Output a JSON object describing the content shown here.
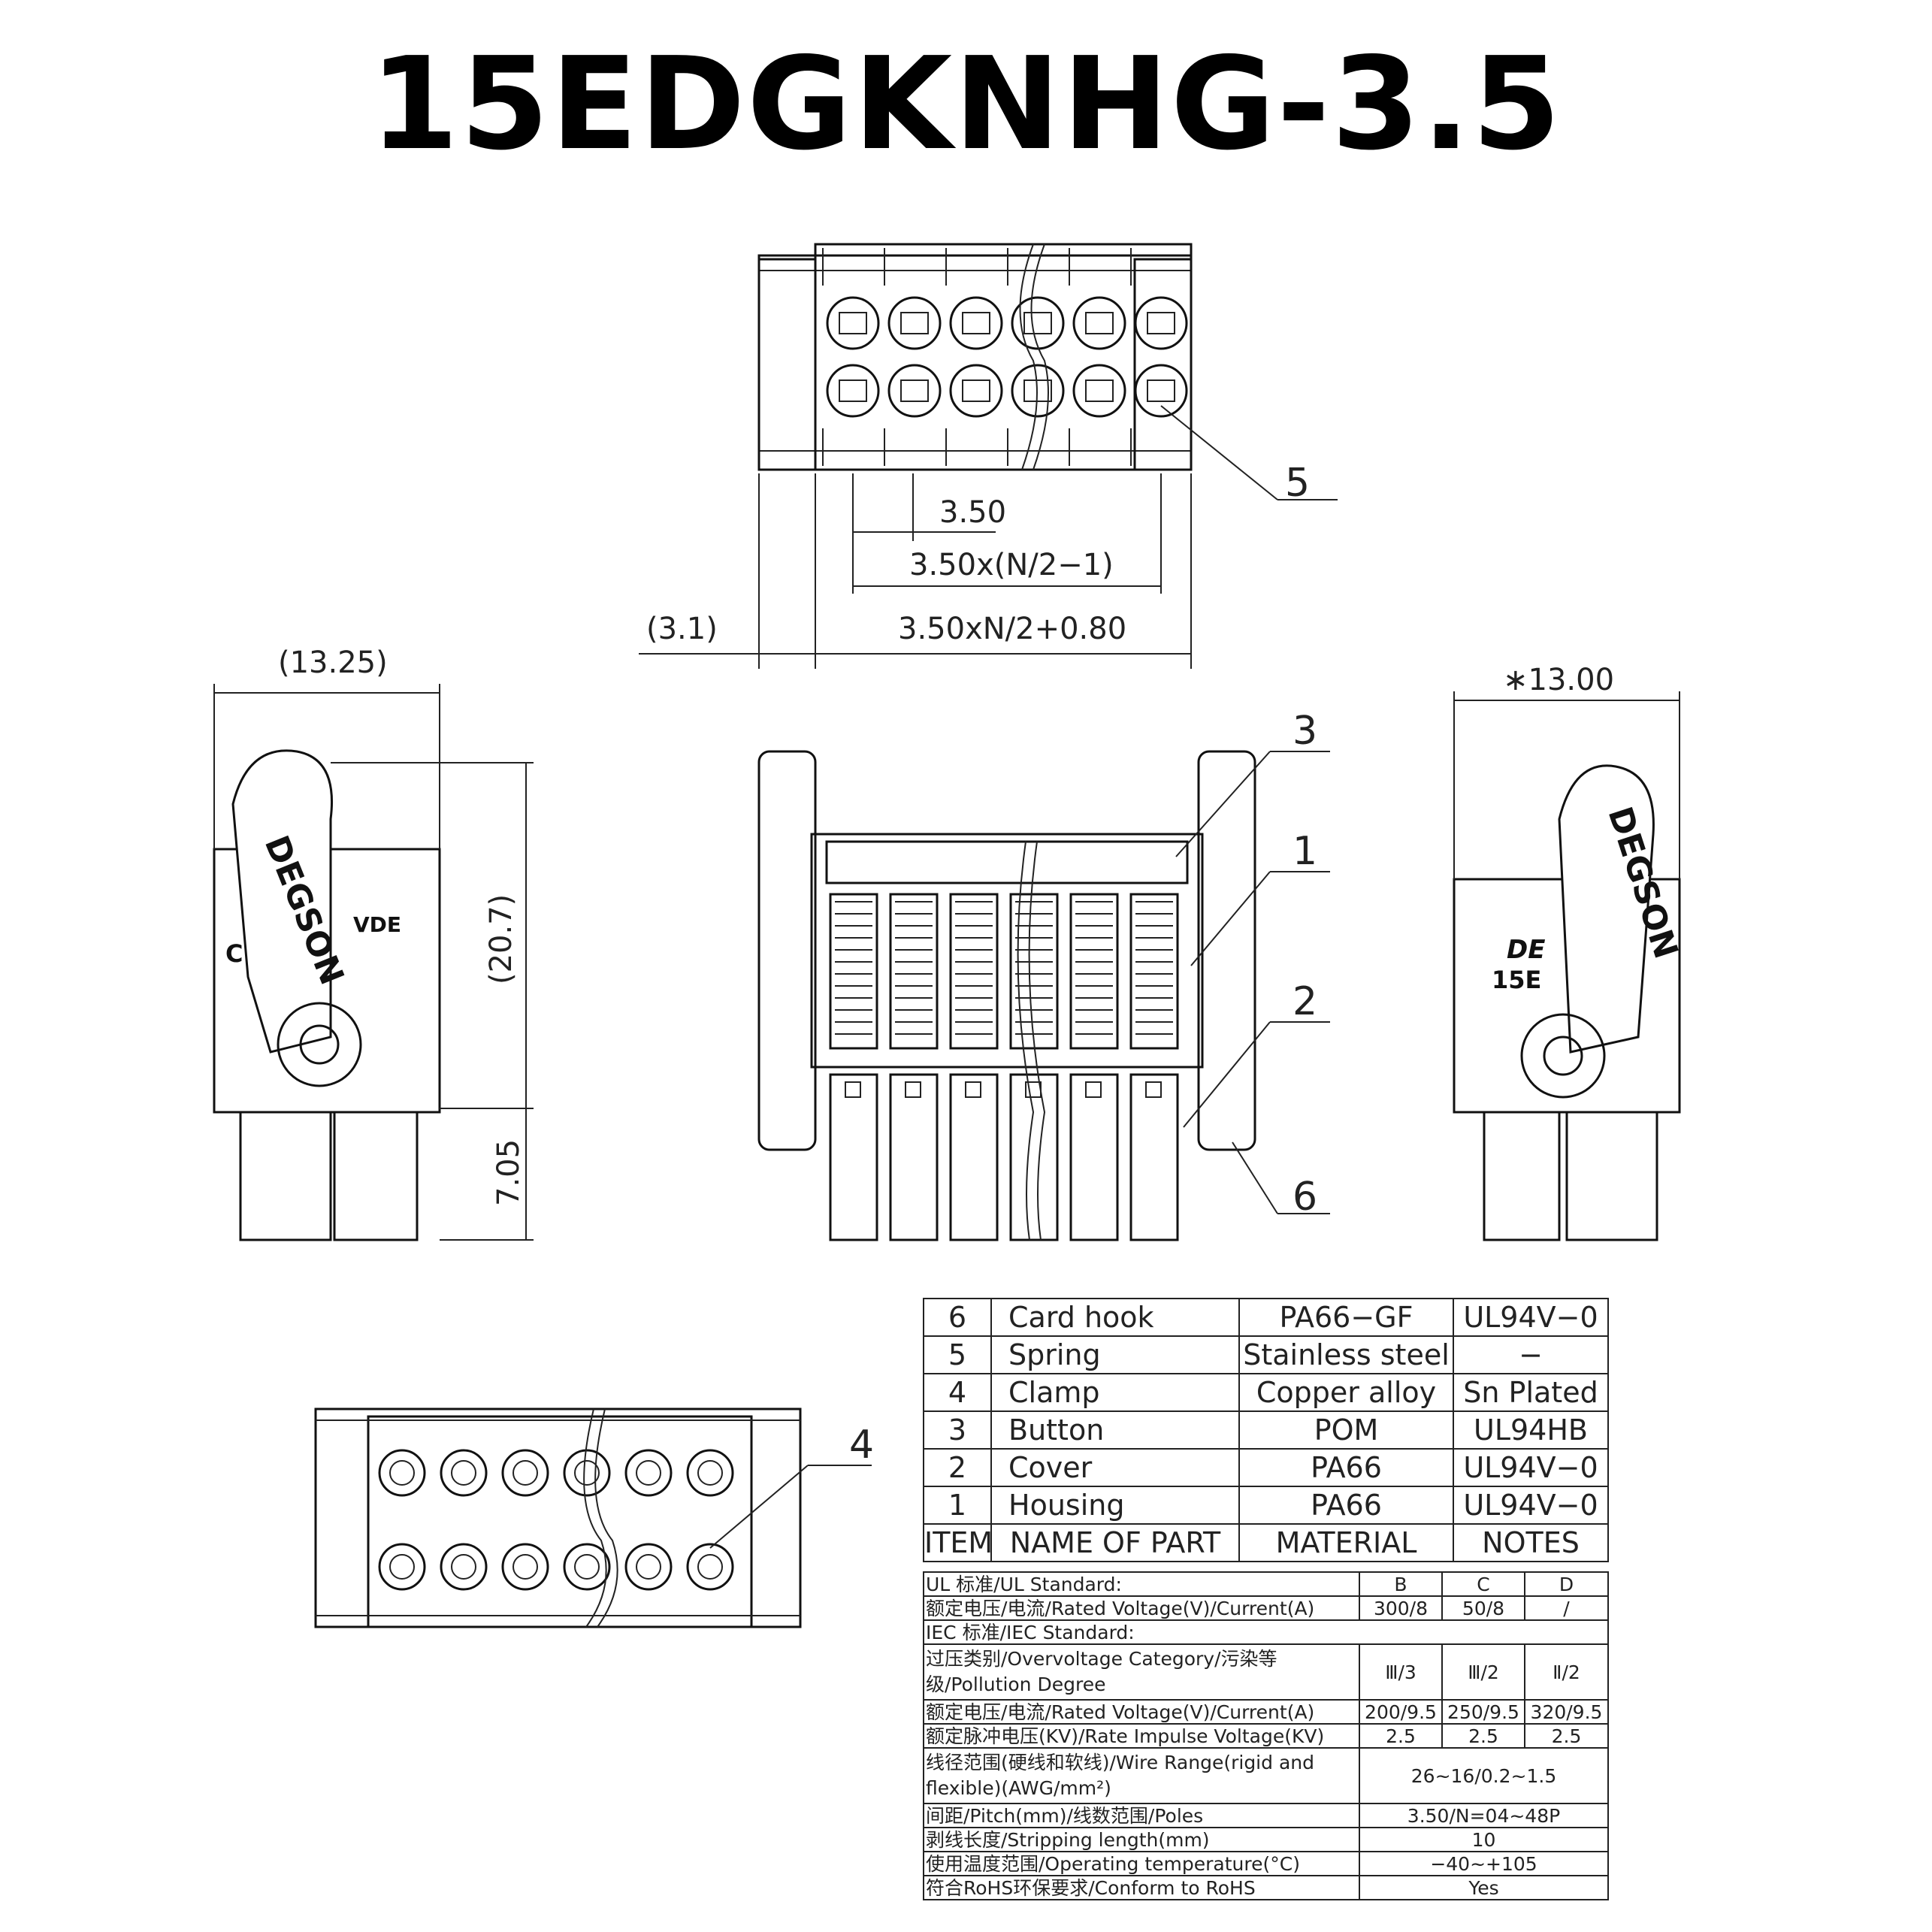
{
  "title": "15EDGKNHG-3.5",
  "brand": {
    "logo_text": "DEGSON",
    "vde_mark": "VDE",
    "side_letter": "C",
    "right_partial_1": "DE",
    "right_partial_2": "15E"
  },
  "dimensions": {
    "pitch": "3.50",
    "pitch_span": "3.50x(N/2−1)",
    "total_span": "3.50xN/2+0.80",
    "offset": "(3.1)",
    "left_width": "(13.25)",
    "right_width": "∗13.00",
    "height": "(20.7)",
    "lower_height": "7.05"
  },
  "callouts": [
    "5",
    "3",
    "1",
    "2",
    "6",
    "4"
  ],
  "parts_table": {
    "rows": [
      {
        "item": "6",
        "name": "Card hook",
        "material": "PA66−GF",
        "notes": "UL94V−0"
      },
      {
        "item": "5",
        "name": "Spring",
        "material": "Stainless steel",
        "notes": "−"
      },
      {
        "item": "4",
        "name": "Clamp",
        "material": "Copper alloy",
        "notes": "Sn Plated"
      },
      {
        "item": "3",
        "name": "Button",
        "material": "POM",
        "notes": "UL94HB"
      },
      {
        "item": "2",
        "name": "Cover",
        "material": "PA66",
        "notes": "UL94V−0"
      },
      {
        "item": "1",
        "name": "Housing",
        "material": "PA66",
        "notes": "UL94V−0"
      }
    ],
    "header": {
      "item": "ITEM",
      "name": "NAME OF PART",
      "material": "MATERIAL",
      "notes": "NOTES"
    }
  },
  "spec_table": {
    "ul_standard": "UL 标准/UL Standard:",
    "ul_cols": [
      "B",
      "C",
      "D"
    ],
    "ul_rating_label": "额定电压/电流/Rated Voltage(V)/Current(A)",
    "ul_rating_values": [
      "300/8",
      "50/8",
      "/"
    ],
    "iec_standard": "IEC 标准/IEC Standard:",
    "overvoltage_label_1": "过压类别/Overvoltage Category/污染等",
    "overvoltage_label_2": "级/Pollution Degree",
    "overvoltage_values": [
      "Ⅲ/3",
      "Ⅲ/2",
      "Ⅱ/2"
    ],
    "iec_rating_label": "额定电压/电流/Rated Voltage(V)/Current(A)",
    "iec_rating_values": [
      "200/9.5",
      "250/9.5",
      "320/9.5"
    ],
    "impulse_label": "额定脉冲电压(KV)/Rate Impulse Voltage(KV)",
    "impulse_values": [
      "2.5",
      "2.5",
      "2.5"
    ],
    "wire_label_1": "线径范围(硬线和软线)/Wire Range(rigid and",
    "wire_label_2": "flexible)(AWG/mm²)",
    "wire_value": "26~16/0.2~1.5",
    "pitch_label": "间距/Pitch(mm)/线数范围/Poles",
    "pitch_value": "3.50/N=04~48P",
    "strip_label": "剥线长度/Stripping length(mm)",
    "strip_value": "10",
    "temp_label": "使用温度范围/Operating temperature(°C)",
    "temp_value": "−40~+105",
    "rohs_label": "符合RoHS环保要求/Conform to RoHS",
    "rohs_value": "Yes"
  }
}
